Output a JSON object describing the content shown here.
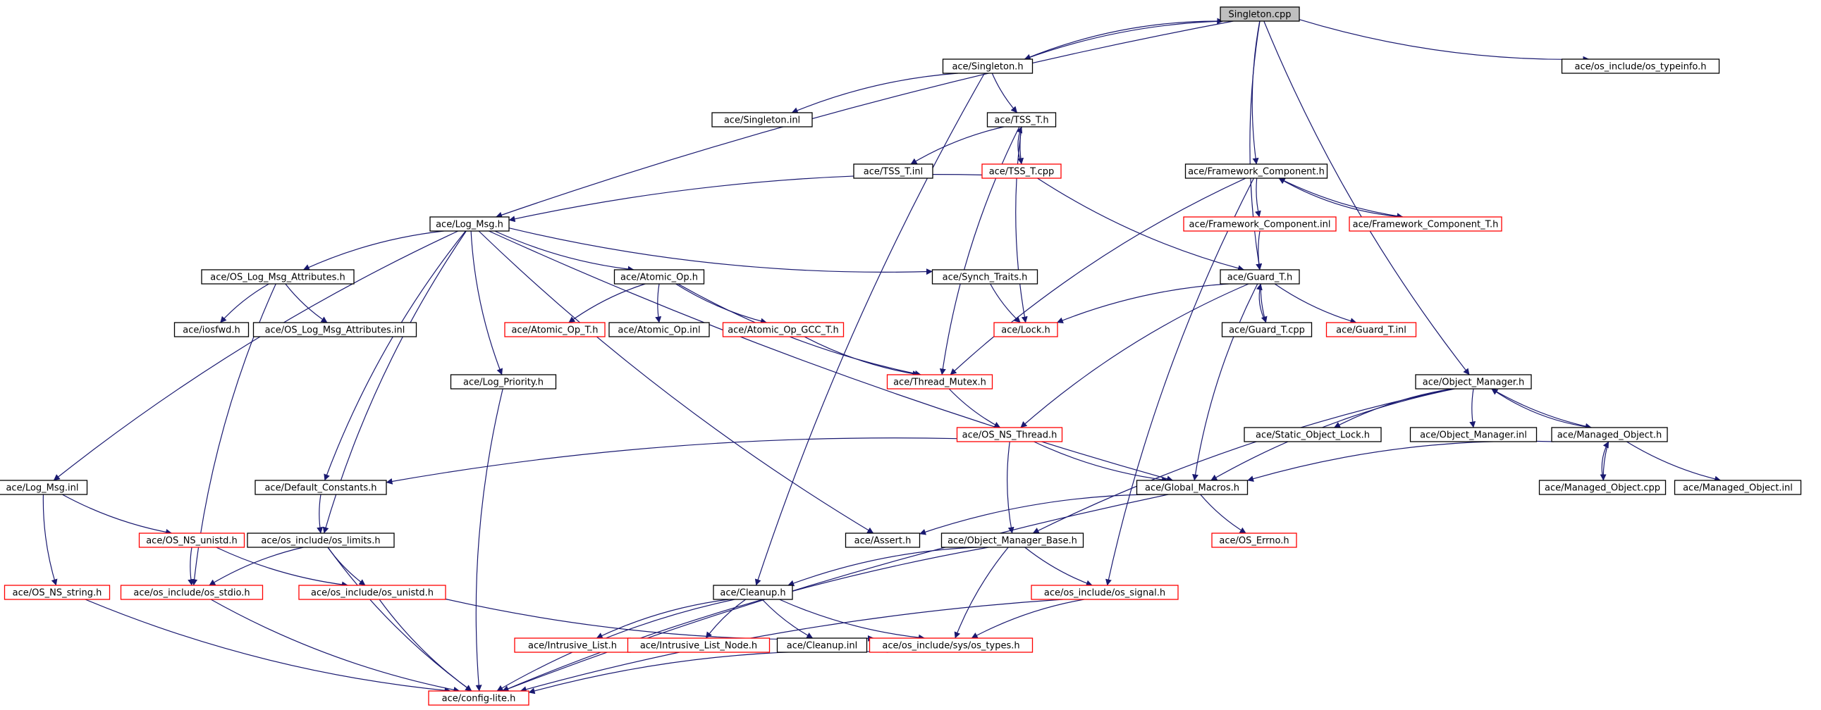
{
  "colors": {
    "edge": "#191970",
    "root_fill": "#bfbfbf",
    "border_documented": "#000000",
    "border_undocumented": "#ff0000"
  },
  "nodes": [
    {
      "id": "singleton_cpp",
      "label": "Singleton.cpp",
      "style": "root"
    },
    {
      "id": "singleton_h",
      "label": "ace/Singleton.h",
      "style": "black"
    },
    {
      "id": "os_typeinfo_h",
      "label": "ace/os_include/os_typeinfo.h",
      "style": "black"
    },
    {
      "id": "singleton_inl",
      "label": "ace/Singleton.inl",
      "style": "black"
    },
    {
      "id": "tss_t_h",
      "label": "ace/TSS_T.h",
      "style": "black"
    },
    {
      "id": "tss_t_inl",
      "label": "ace/TSS_T.inl",
      "style": "black"
    },
    {
      "id": "tss_t_cpp",
      "label": "ace/TSS_T.cpp",
      "style": "red"
    },
    {
      "id": "framework_component_h",
      "label": "ace/Framework_Component.h",
      "style": "black"
    },
    {
      "id": "log_msg_h",
      "label": "ace/Log_Msg.h",
      "style": "black"
    },
    {
      "id": "framework_component_inl",
      "label": "ace/Framework_Component.inl",
      "style": "red"
    },
    {
      "id": "framework_component_t_h",
      "label": "ace/Framework_Component_T.h",
      "style": "red"
    },
    {
      "id": "os_log_msg_attributes_h",
      "label": "ace/OS_Log_Msg_Attributes.h",
      "style": "black"
    },
    {
      "id": "atomic_op_h",
      "label": "ace/Atomic_Op.h",
      "style": "black"
    },
    {
      "id": "synch_traits_h",
      "label": "ace/Synch_Traits.h",
      "style": "black"
    },
    {
      "id": "guard_t_h",
      "label": "ace/Guard_T.h",
      "style": "black"
    },
    {
      "id": "iosfwd_h",
      "label": "ace/iosfwd.h",
      "style": "black"
    },
    {
      "id": "os_log_msg_attributes_inl",
      "label": "ace/OS_Log_Msg_Attributes.inl",
      "style": "black"
    },
    {
      "id": "atomic_op_t_h",
      "label": "ace/Atomic_Op_T.h",
      "style": "red"
    },
    {
      "id": "atomic_op_inl",
      "label": "ace/Atomic_Op.inl",
      "style": "black"
    },
    {
      "id": "atomic_op_gcc_t_h",
      "label": "ace/Atomic_Op_GCC_T.h",
      "style": "red"
    },
    {
      "id": "lock_h",
      "label": "ace/Lock.h",
      "style": "red"
    },
    {
      "id": "guard_t_cpp",
      "label": "ace/Guard_T.cpp",
      "style": "black"
    },
    {
      "id": "guard_t_inl",
      "label": "ace/Guard_T.inl",
      "style": "red"
    },
    {
      "id": "log_priority_h",
      "label": "ace/Log_Priority.h",
      "style": "black"
    },
    {
      "id": "thread_mutex_h",
      "label": "ace/Thread_Mutex.h",
      "style": "red"
    },
    {
      "id": "object_manager_h",
      "label": "ace/Object_Manager.h",
      "style": "black"
    },
    {
      "id": "os_ns_thread_h",
      "label": "ace/OS_NS_Thread.h",
      "style": "red"
    },
    {
      "id": "static_object_lock_h",
      "label": "ace/Static_Object_Lock.h",
      "style": "black"
    },
    {
      "id": "object_manager_inl",
      "label": "ace/Object_Manager.inl",
      "style": "black"
    },
    {
      "id": "managed_object_h",
      "label": "ace/Managed_Object.h",
      "style": "black"
    },
    {
      "id": "log_msg_inl",
      "label": "ace/Log_Msg.inl",
      "style": "black"
    },
    {
      "id": "default_constants_h",
      "label": "ace/Default_Constants.h",
      "style": "black"
    },
    {
      "id": "global_macros_h",
      "label": "ace/Global_Macros.h",
      "style": "black"
    },
    {
      "id": "managed_object_cpp",
      "label": "ace/Managed_Object.cpp",
      "style": "black"
    },
    {
      "id": "managed_object_inl",
      "label": "ace/Managed_Object.inl",
      "style": "black"
    },
    {
      "id": "os_ns_unistd_h",
      "label": "ace/OS_NS_unistd.h",
      "style": "red"
    },
    {
      "id": "os_limits_h",
      "label": "ace/os_include/os_limits.h",
      "style": "black"
    },
    {
      "id": "assert_h",
      "label": "ace/Assert.h",
      "style": "black"
    },
    {
      "id": "object_manager_base_h",
      "label": "ace/Object_Manager_Base.h",
      "style": "black"
    },
    {
      "id": "os_errno_h",
      "label": "ace/OS_Errno.h",
      "style": "red"
    },
    {
      "id": "os_ns_string_h",
      "label": "ace/OS_NS_string.h",
      "style": "red"
    },
    {
      "id": "os_stdio_h",
      "label": "ace/os_include/os_stdio.h",
      "style": "red"
    },
    {
      "id": "os_unistd_h",
      "label": "ace/os_include/os_unistd.h",
      "style": "red"
    },
    {
      "id": "cleanup_h",
      "label": "ace/Cleanup.h",
      "style": "black"
    },
    {
      "id": "os_signal_h",
      "label": "ace/os_include/os_signal.h",
      "style": "red"
    },
    {
      "id": "intrusive_list_h",
      "label": "ace/Intrusive_List.h",
      "style": "red"
    },
    {
      "id": "intrusive_list_node_h",
      "label": "ace/Intrusive_List_Node.h",
      "style": "red"
    },
    {
      "id": "cleanup_inl",
      "label": "ace/Cleanup.inl",
      "style": "black"
    },
    {
      "id": "os_types_h",
      "label": "ace/os_include/sys/os_types.h",
      "style": "red"
    },
    {
      "id": "config_lite_h",
      "label": "ace/config-lite.h",
      "style": "red"
    }
  ],
  "edges": [
    [
      "singleton_cpp",
      "singleton_h"
    ],
    [
      "singleton_h",
      "singleton_cpp"
    ],
    [
      "singleton_cpp",
      "os_typeinfo_h"
    ],
    [
      "singleton_cpp",
      "log_msg_h"
    ],
    [
      "singleton_cpp",
      "framework_component_h"
    ],
    [
      "singleton_cpp",
      "guard_t_h"
    ],
    [
      "singleton_cpp",
      "object_manager_h"
    ],
    [
      "singleton_h",
      "singleton_inl"
    ],
    [
      "singleton_h",
      "tss_t_h"
    ],
    [
      "singleton_h",
      "cleanup_h"
    ],
    [
      "tss_t_h",
      "tss_t_inl"
    ],
    [
      "tss_t_h",
      "tss_t_cpp"
    ],
    [
      "tss_t_cpp",
      "tss_t_h"
    ],
    [
      "tss_t_h",
      "thread_mutex_h"
    ],
    [
      "tss_t_h",
      "lock_h"
    ],
    [
      "tss_t_cpp",
      "log_msg_h"
    ],
    [
      "tss_t_cpp",
      "guard_t_h"
    ],
    [
      "framework_component_h",
      "framework_component_inl"
    ],
    [
      "framework_component_h",
      "framework_component_t_h"
    ],
    [
      "framework_component_t_h",
      "framework_component_h"
    ],
    [
      "framework_component_h",
      "thread_mutex_h"
    ],
    [
      "framework_component_h",
      "os_signal_h"
    ],
    [
      "framework_component_inl",
      "guard_t_h"
    ],
    [
      "log_msg_h",
      "os_log_msg_attributes_h"
    ],
    [
      "log_msg_h",
      "atomic_op_h"
    ],
    [
      "log_msg_h",
      "synch_traits_h"
    ],
    [
      "log_msg_h",
      "log_priority_h"
    ],
    [
      "log_msg_h",
      "log_msg_inl"
    ],
    [
      "log_msg_h",
      "default_constants_h"
    ],
    [
      "log_msg_h",
      "os_limits_h"
    ],
    [
      "log_msg_h",
      "assert_h"
    ],
    [
      "log_msg_h",
      "global_macros_h"
    ],
    [
      "os_log_msg_attributes_h",
      "iosfwd_h"
    ],
    [
      "os_log_msg_attributes_h",
      "os_log_msg_attributes_inl"
    ],
    [
      "os_log_msg_attributes_h",
      "os_stdio_h"
    ],
    [
      "atomic_op_h",
      "atomic_op_t_h"
    ],
    [
      "atomic_op_h",
      "atomic_op_inl"
    ],
    [
      "atomic_op_h",
      "atomic_op_gcc_t_h"
    ],
    [
      "atomic_op_h",
      "thread_mutex_h"
    ],
    [
      "atomic_op_gcc_t_h",
      "thread_mutex_h"
    ],
    [
      "synch_traits_h",
      "lock_h"
    ],
    [
      "guard_t_h",
      "lock_h"
    ],
    [
      "guard_t_h",
      "guard_t_cpp"
    ],
    [
      "guard_t_cpp",
      "guard_t_h"
    ],
    [
      "guard_t_h",
      "guard_t_inl"
    ],
    [
      "guard_t_h",
      "os_ns_thread_h"
    ],
    [
      "guard_t_h",
      "global_macros_h"
    ],
    [
      "thread_mutex_h",
      "os_ns_thread_h"
    ],
    [
      "log_priority_h",
      "config_lite_h"
    ],
    [
      "object_manager_h",
      "static_object_lock_h"
    ],
    [
      "object_manager_h",
      "object_manager_inl"
    ],
    [
      "object_manager_h",
      "managed_object_h"
    ],
    [
      "managed_object_h",
      "object_manager_h"
    ],
    [
      "object_manager_h",
      "global_macros_h"
    ],
    [
      "object_manager_h",
      "object_manager_base_h"
    ],
    [
      "managed_object_h",
      "managed_object_cpp"
    ],
    [
      "managed_object_cpp",
      "managed_object_h"
    ],
    [
      "managed_object_h",
      "managed_object_inl"
    ],
    [
      "managed_object_h",
      "global_macros_h"
    ],
    [
      "os_ns_thread_h",
      "default_constants_h"
    ],
    [
      "os_ns_thread_h",
      "global_macros_h"
    ],
    [
      "os_ns_thread_h",
      "object_manager_base_h"
    ],
    [
      "global_macros_h",
      "assert_h"
    ],
    [
      "global_macros_h",
      "os_errno_h"
    ],
    [
      "global_macros_h",
      "config_lite_h"
    ],
    [
      "log_msg_inl",
      "os_ns_unistd_h"
    ],
    [
      "log_msg_inl",
      "os_ns_string_h"
    ],
    [
      "default_constants_h",
      "os_limits_h"
    ],
    [
      "os_ns_unistd_h",
      "os_stdio_h"
    ],
    [
      "os_ns_unistd_h",
      "os_unistd_h"
    ],
    [
      "os_limits_h",
      "os_stdio_h"
    ],
    [
      "os_limits_h",
      "os_unistd_h"
    ],
    [
      "os_limits_h",
      "config_lite_h"
    ],
    [
      "object_manager_base_h",
      "cleanup_h"
    ],
    [
      "object_manager_base_h",
      "os_signal_h"
    ],
    [
      "object_manager_base_h",
      "os_types_h"
    ],
    [
      "object_manager_base_h",
      "config_lite_h"
    ],
    [
      "os_ns_string_h",
      "config_lite_h"
    ],
    [
      "os_stdio_h",
      "config_lite_h"
    ],
    [
      "os_unistd_h",
      "config_lite_h"
    ],
    [
      "os_unistd_h",
      "os_types_h"
    ],
    [
      "cleanup_h",
      "intrusive_list_h"
    ],
    [
      "cleanup_h",
      "intrusive_list_node_h"
    ],
    [
      "cleanup_h",
      "cleanup_inl"
    ],
    [
      "cleanup_h",
      "os_types_h"
    ],
    [
      "cleanup_h",
      "config_lite_h"
    ],
    [
      "os_signal_h",
      "os_types_h"
    ],
    [
      "os_signal_h",
      "config_lite_h"
    ],
    [
      "os_types_h",
      "config_lite_h"
    ]
  ]
}
